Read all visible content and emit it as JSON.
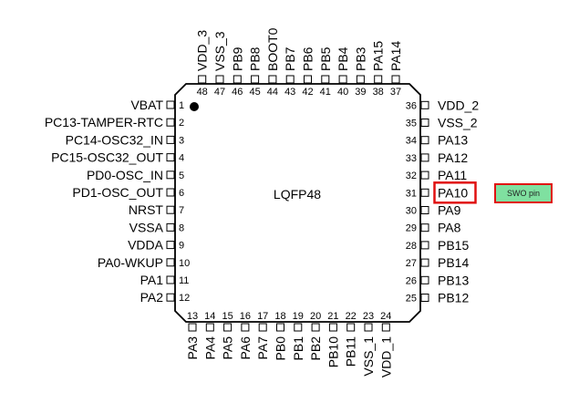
{
  "package_label": "LQFP48",
  "highlight": {
    "pin_name": "PA10",
    "callout_text": "SWO pin",
    "callout_fill": "#7fe0a0",
    "box_color": "#e01010"
  },
  "pins": {
    "left": [
      {
        "num": "1",
        "name": "VBAT"
      },
      {
        "num": "2",
        "name": "PC13-TAMPER-RTC"
      },
      {
        "num": "3",
        "name": "PC14-OSC32_IN"
      },
      {
        "num": "4",
        "name": "PC15-OSC32_OUT"
      },
      {
        "num": "5",
        "name": "PD0-OSC_IN"
      },
      {
        "num": "6",
        "name": "PD1-OSC_OUT"
      },
      {
        "num": "7",
        "name": "NRST"
      },
      {
        "num": "8",
        "name": "VSSA"
      },
      {
        "num": "9",
        "name": "VDDA"
      },
      {
        "num": "10",
        "name": "PA0-WKUP"
      },
      {
        "num": "11",
        "name": "PA1"
      },
      {
        "num": "12",
        "name": "PA2"
      }
    ],
    "bottom": [
      {
        "num": "13",
        "name": "PA3"
      },
      {
        "num": "14",
        "name": "PA4"
      },
      {
        "num": "15",
        "name": "PA5"
      },
      {
        "num": "16",
        "name": "PA6"
      },
      {
        "num": "17",
        "name": "PA7"
      },
      {
        "num": "18",
        "name": "PB0"
      },
      {
        "num": "19",
        "name": "PB1"
      },
      {
        "num": "20",
        "name": "PB2"
      },
      {
        "num": "21",
        "name": "PB10"
      },
      {
        "num": "22",
        "name": "PB11"
      },
      {
        "num": "23",
        "name": "VSS_1"
      },
      {
        "num": "24",
        "name": "VDD_1"
      }
    ],
    "right": [
      {
        "num": "25",
        "name": "PB12"
      },
      {
        "num": "26",
        "name": "PB13"
      },
      {
        "num": "27",
        "name": "PB14"
      },
      {
        "num": "28",
        "name": "PB15"
      },
      {
        "num": "29",
        "name": "PA8"
      },
      {
        "num": "30",
        "name": "PA9"
      },
      {
        "num": "31",
        "name": "PA10"
      },
      {
        "num": "32",
        "name": "PA11"
      },
      {
        "num": "33",
        "name": "PA12"
      },
      {
        "num": "34",
        "name": "PA13"
      },
      {
        "num": "35",
        "name": "VSS_2"
      },
      {
        "num": "36",
        "name": "VDD_2"
      }
    ],
    "top": [
      {
        "num": "37",
        "name": "PA14"
      },
      {
        "num": "38",
        "name": "PA15"
      },
      {
        "num": "39",
        "name": "PB3"
      },
      {
        "num": "40",
        "name": "PB4"
      },
      {
        "num": "41",
        "name": "PB5"
      },
      {
        "num": "42",
        "name": "PB6"
      },
      {
        "num": "43",
        "name": "PB7"
      },
      {
        "num": "44",
        "name": "BOOT0"
      },
      {
        "num": "45",
        "name": "PB8"
      },
      {
        "num": "46",
        "name": "PB9"
      },
      {
        "num": "47",
        "name": "VSS_3"
      },
      {
        "num": "48",
        "name": "VDD_3"
      }
    ]
  }
}
